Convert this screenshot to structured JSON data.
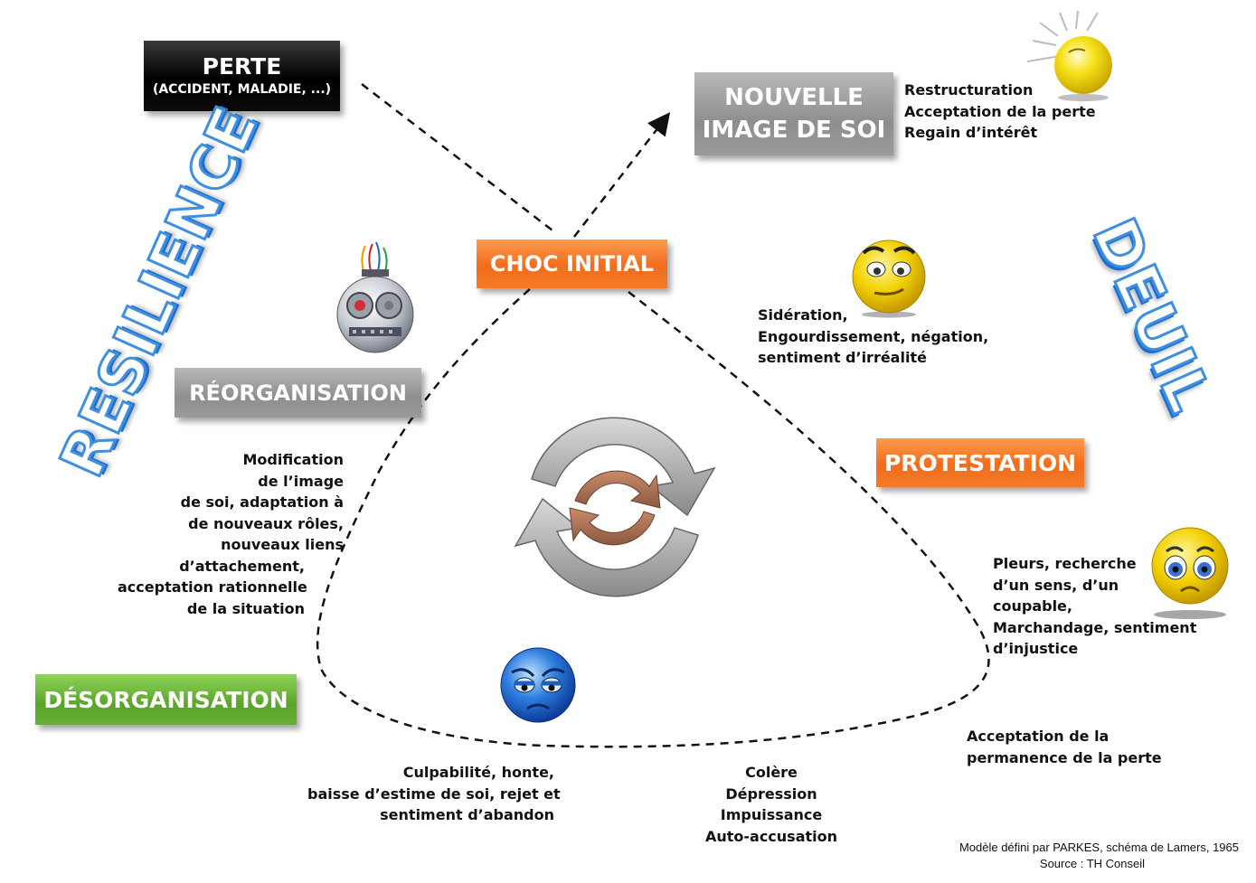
{
  "boxes": {
    "perte_title": "PERTE",
    "perte_sub": "(ACCIDENT, MALADIE, ...)",
    "nouvelle_line1": "NOUVELLE",
    "nouvelle_line2": "IMAGE DE SOI",
    "choc": "CHOC INITIAL",
    "reorganisation": "RÉORGANISATION",
    "protestation": "PROTESTATION",
    "desorganisation": "DÉSORGANISATION"
  },
  "side_labels": {
    "resilience": "RESILIENCE",
    "deuil": "DEUIL"
  },
  "texts": {
    "nouvelle": [
      "Restructuration",
      "Acceptation de la perte",
      "Regain d’intérêt"
    ],
    "choc": [
      "Sidération,",
      "Engourdissement, négation,",
      "sentiment d’irréalité"
    ],
    "reorganisation": [
      "Modification",
      "de l’image",
      "de soi, adaptation à",
      "de nouveaux rôles,",
      "nouveaux liens",
      "d’attachement,",
      "acceptation rationnelle",
      "de la situation"
    ],
    "protestation": [
      "Pleurs, recherche",
      "d’un sens, d’un",
      "coupable,",
      "Marchandage, sentiment",
      "d’injustice"
    ],
    "acceptation": [
      "Acceptation de la",
      "permanence de la perte"
    ],
    "desorganisation": [
      "Culpabilité, honte,",
      "baisse d’estime de soi, rejet et",
      "sentiment d’abandon"
    ],
    "depression": [
      "Colère",
      "Dépression",
      "Impuissance",
      "Auto-accusation"
    ]
  },
  "credit": {
    "line1": "Modèle défini par PARKES, schéma de Lamers, 1965",
    "line2": "Source : TH Conseil"
  },
  "colors": {
    "orange": "#f06d1c",
    "green": "#5aa42a",
    "gray": "#9a9a9a",
    "blue_text": "#3e8fe0",
    "smiley_yellow": "#f3d100",
    "smiley_blue": "#2f7fe0"
  },
  "icons": [
    "sun-icon",
    "smiley-neutral-icon",
    "smiley-sad-icon",
    "smiley-blue-icon",
    "robot-gears-icon",
    "cycle-arrows-icon"
  ]
}
